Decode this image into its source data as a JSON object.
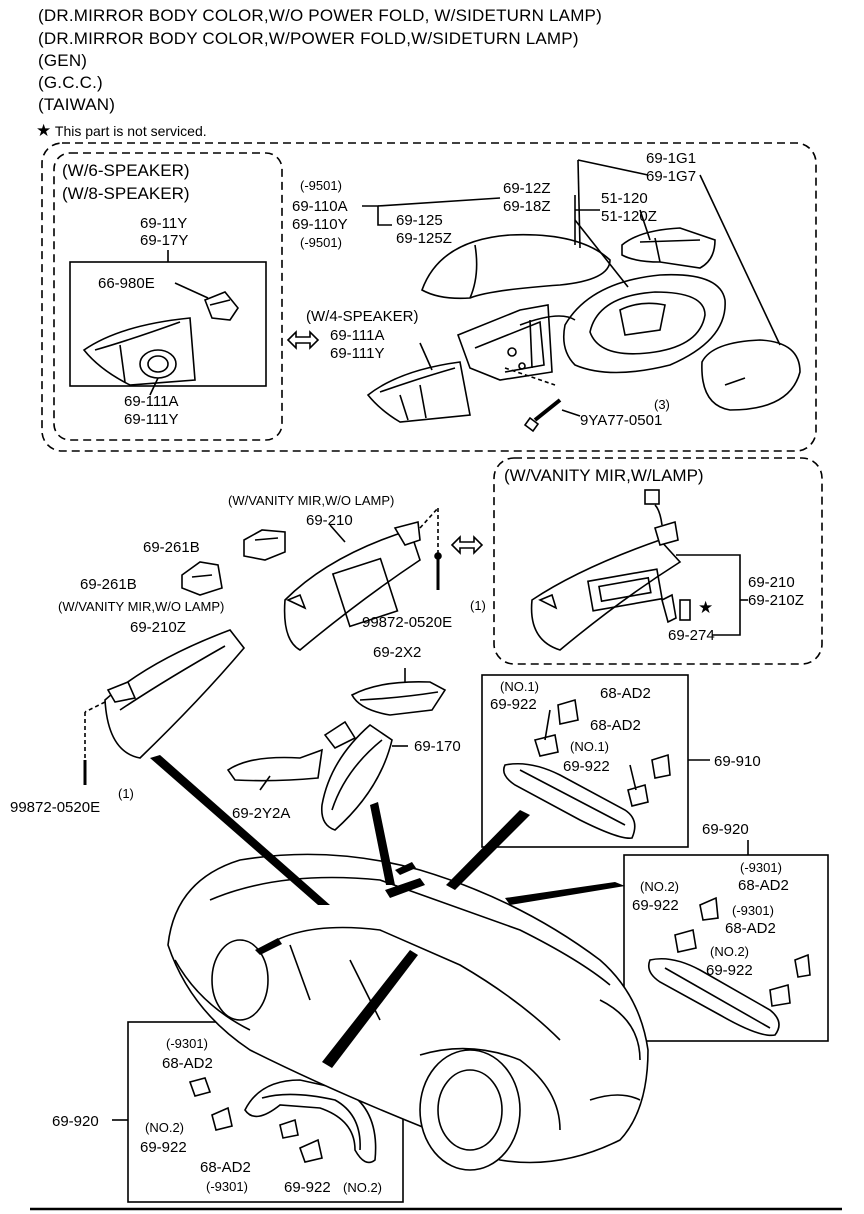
{
  "header": {
    "lines": [
      "(DR.MIRROR BODY COLOR,W/O POWER FOLD, W/SIDETURN LAMP)",
      "(DR.MIRROR BODY COLOR,W/POWER FOLD,W/SIDETURN LAMP)",
      "(GEN)",
      "(G.C.C.)",
      "(TAIWAN)"
    ],
    "note_symbol": "★",
    "note_text": "This part is not serviced."
  },
  "mirror_group": {
    "speaker_box_title_1": "(W/6-SPEAKER)",
    "speaker_box_title_2": "(W/8-SPEAKER)",
    "speaker_codes_a": "69-11Y",
    "speaker_codes_b": "69-17Y",
    "speaker_clip": "66-980E",
    "speaker_cover_a": "69-111A",
    "speaker_cover_b": "69-111Y",
    "date_a": "(-9501)",
    "code_110a": "69-110A",
    "code_110y": "69-110Y",
    "date_b": "(-9501)",
    "code_125": "69-125",
    "code_125z": "69-125Z",
    "code_12z": "69-12Z",
    "code_18z": "69-18Z",
    "code_1g1": "69-1G1",
    "code_1g7": "69-1G7",
    "code_51120": "51-120",
    "code_51120z": "51-120Z",
    "four_speaker": "(W/4-SPEAKER)",
    "code_111a": "69-111A",
    "code_111y": "69-111Y",
    "bolt_qty": "(3)",
    "bolt_code": "9YA77-0501"
  },
  "visor_group": {
    "vanity_wo_lamp_top": "(W/VANITY MIR,W/O LAMP)",
    "code_210_top": "69-210",
    "clip_261b_a": "69-261B",
    "clip_261b_b": "69-261B",
    "vanity_wo_lamp_left": "(W/VANITY MIR,W/O LAMP)",
    "code_210z_left": "69-210Z",
    "screw_qty_right": "(1)",
    "screw_code_right": "99872-0520E",
    "screw_qty_left": "(1)",
    "screw_code_left": "99872-0520E",
    "vanity_w_lamp": "(W/VANITY MIR,W/LAMP)",
    "code_210_lamp": "69-210",
    "code_210z_lamp": "69-210Z",
    "code_274": "69-274",
    "star": "★"
  },
  "interior_group": {
    "code_2x2": "69-2X2",
    "code_170": "69-170",
    "code_2y2a": "69-2Y2A",
    "box910": {
      "no1_a": "(NO.1)",
      "code_922_a": "69-922",
      "code_ad2_a": "68-AD2",
      "code_ad2_b": "68-AD2",
      "no1_b": "(NO.1)",
      "code_922_b": "69-922",
      "assy": "69-910"
    },
    "box920_right": {
      "assy": "69-920",
      "date_a": "(-9301)",
      "code_ad2_a": "68-AD2",
      "no2_a": "(NO.2)",
      "code_922_a": "69-922",
      "date_b": "(-9301)",
      "code_ad2_b": "68-AD2",
      "no2_b": "(NO.2)",
      "code_922_b": "69-922"
    },
    "box920_bottom": {
      "assy": "69-920",
      "date_a": "(-9301)",
      "code_ad2_a": "68-AD2",
      "no2_a": "(NO.2)",
      "code_922_a": "69-922",
      "code_ad2_b": "68-AD2",
      "date_b": "(-9301)",
      "code_922_b": "69-922",
      "no2_b": "(NO.2)"
    }
  }
}
